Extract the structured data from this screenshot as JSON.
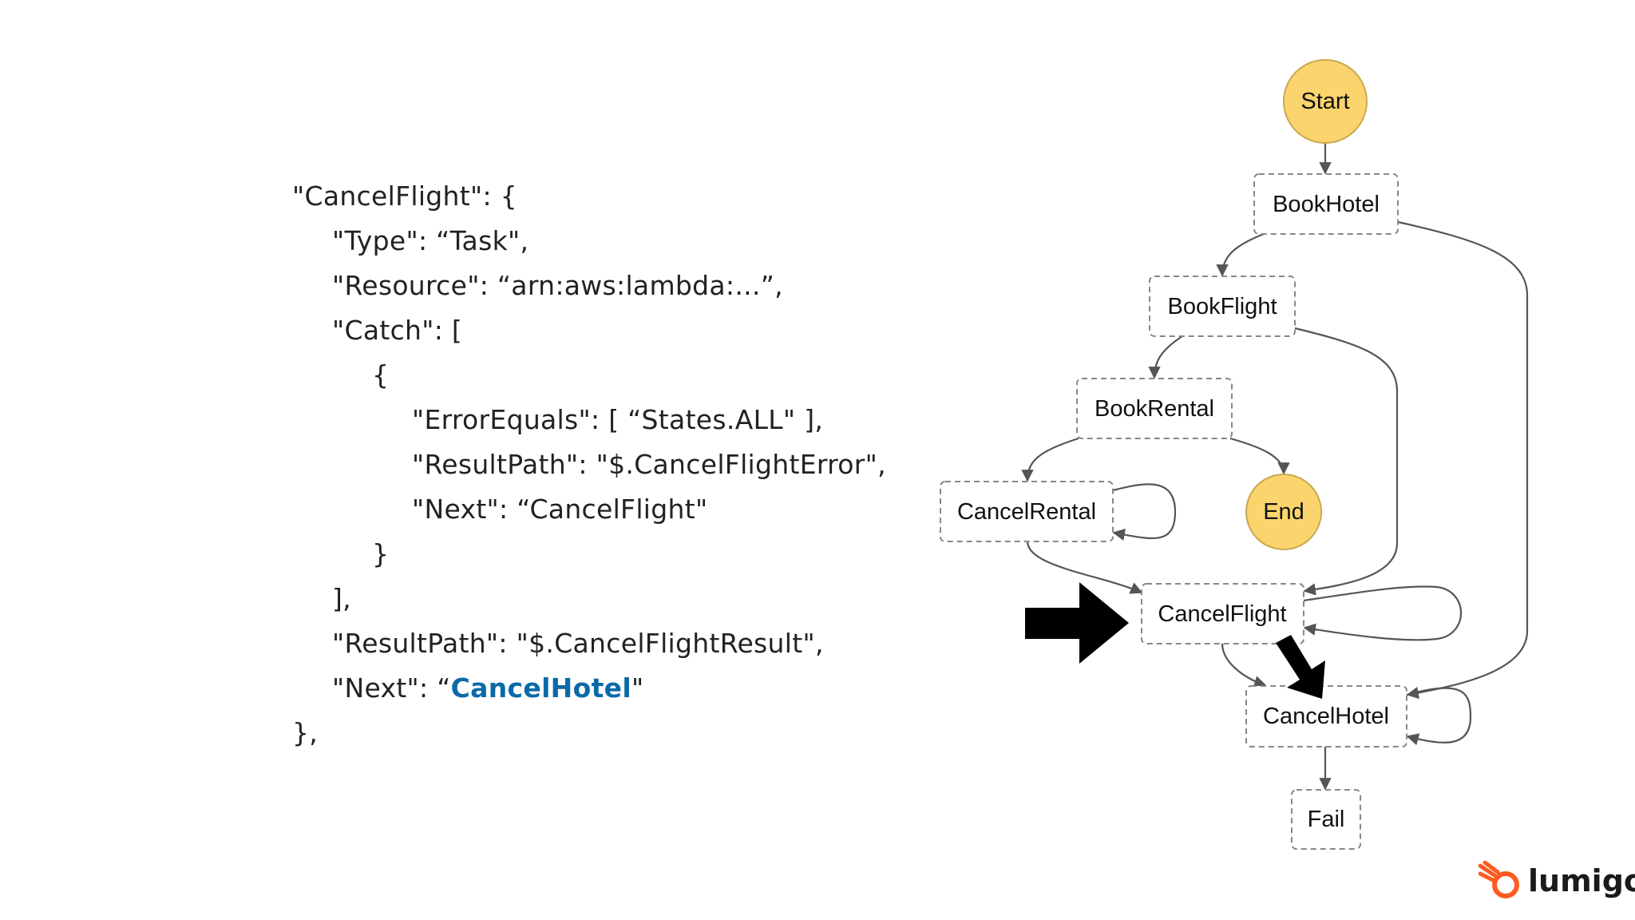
{
  "code": {
    "lines": [
      "\"CancelFlight\": {",
      "\"Type\": “Task\",",
      "\"Resource\": “arn:aws:lambda:...”,",
      "\"Catch\": [",
      "{",
      "\"ErrorEquals\": [ “States.ALL\" ],",
      "\"ResultPath\": \"$.CancelFlightError\",",
      "\"Next\": “CancelFlight\"",
      "}",
      "],",
      "\"ResultPath\": \"$.CancelFlightResult\",",
      "\"Next\": “",
      "},"
    ],
    "next_highlight": "CancelHotel",
    "next_close": "\"",
    "highlight_color": "#0a6aa8"
  },
  "diagram": {
    "nodes": {
      "start": "Start",
      "book_hotel": "BookHotel",
      "book_flight": "BookFlight",
      "book_rental": "BookRental",
      "cancel_rental": "CancelRental",
      "end": "End",
      "cancel_flight": "CancelFlight",
      "cancel_hotel": "CancelHotel",
      "fail": "Fail"
    },
    "terminal_color": "#fbd46d",
    "edge_color": "#555555"
  },
  "logo": {
    "text": "lumigo",
    "color": "#ff5a1f"
  }
}
